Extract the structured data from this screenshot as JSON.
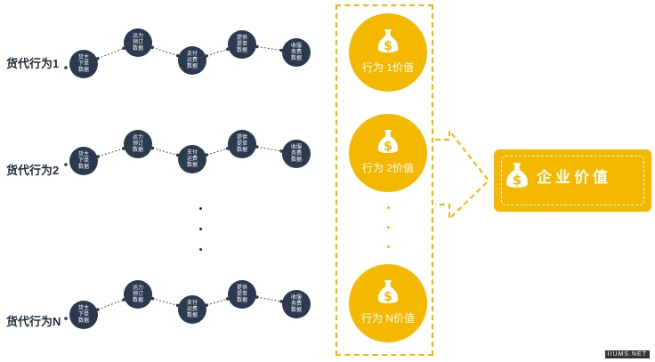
{
  "rows": [
    {
      "label": "货代行为1",
      "nodes": [
        "货主\n下单\n数据",
        "运力\n预订\n数据",
        "支付\n运费\n数据",
        "提供\n提单\n数据",
        "收服\n务费\n数据"
      ]
    },
    {
      "label": "货代行为2",
      "nodes": [
        "货主\n下单\n数据",
        "运力\n预订\n数据",
        "支付\n运费\n数据",
        "提供\n提单\n数据",
        "收服\n务费\n数据"
      ]
    },
    {
      "label": "货代行为N",
      "nodes": [
        "货主\n下单\n数据",
        "运力\n预订\n数据",
        "支付\n运费\n数据",
        "提供\n提单\n数据",
        "收服\n务费\n数据"
      ]
    }
  ],
  "values": [
    "行为 1价值",
    "行为 2价值",
    "行为 N价值"
  ],
  "enterprise": {
    "label": "企业价值"
  },
  "watermark": "IIUMS.NET",
  "colors": {
    "accent": "#f5b800",
    "node": "#2b3a4e",
    "text": "#1f2d3d",
    "line": "#555555"
  }
}
